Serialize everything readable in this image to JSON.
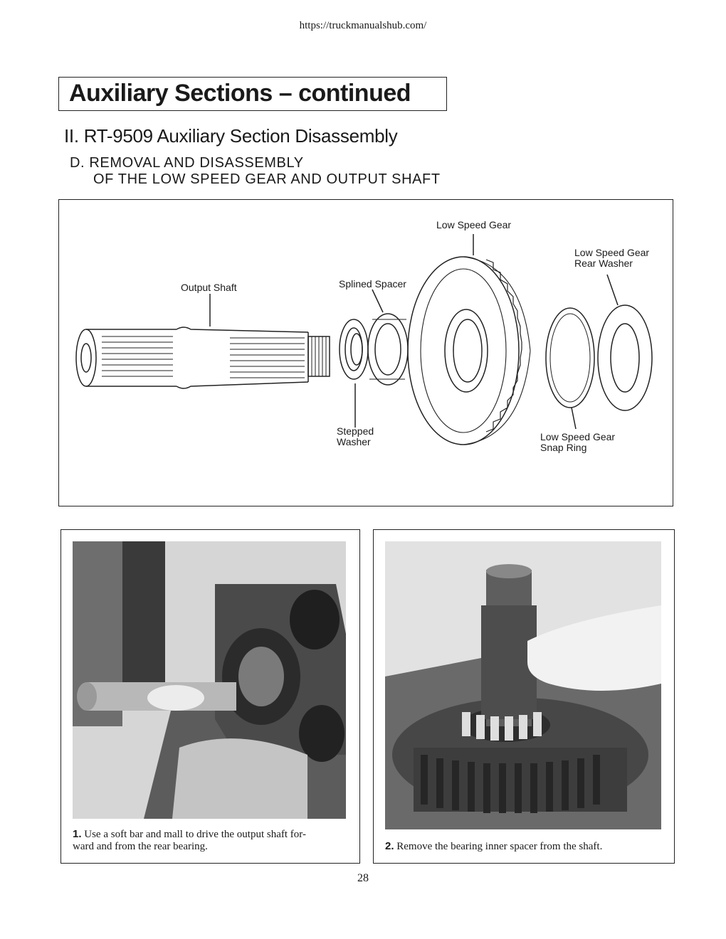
{
  "header_url": "https://truckmanualshub.com/",
  "title": "Auxiliary Sections – continued",
  "subtitle": "II. RT-9509 Auxiliary Section Disassembly",
  "subhead": {
    "line1": "D.  REMOVAL AND DISASSEMBLY",
    "line2": "OF THE LOW SPEED GEAR AND  OUTPUT SHAFT"
  },
  "diagram": {
    "labels": {
      "low_speed_gear": "Low Speed Gear",
      "rear_washer_1": "Low Speed Gear",
      "rear_washer_2": "Rear Washer",
      "output_shaft": "Output Shaft",
      "splined_spacer": "Splined Spacer",
      "stepped_washer_1": "Stepped",
      "stepped_washer_2": "Washer",
      "snap_ring_1": "Low Speed Gear",
      "snap_ring_2": "Snap Ring"
    }
  },
  "photos": [
    {
      "step": "1.",
      "caption_line1": " Use a soft bar and mall to drive the output shaft for-",
      "caption_line2": "ward and from the rear bearing."
    },
    {
      "step": "2.",
      "caption_line1": " Remove the bearing inner spacer from the shaft."
    }
  ],
  "page_number": "28"
}
